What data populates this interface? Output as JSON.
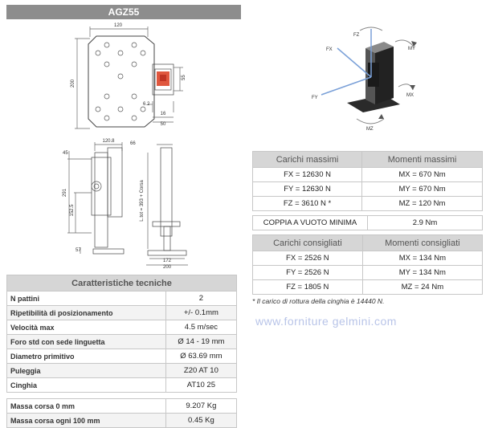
{
  "title": "AGZ55",
  "dims": {
    "top_w": "120",
    "top_h": "200",
    "d55": "55",
    "d62": "6.2",
    "d16": "16",
    "d50": "50",
    "front_w": "120.8",
    "front_66": "66",
    "front_45": "45",
    "front_291": "291",
    "front_1525": "152.5",
    "front_57": "57",
    "side_label": "L.tot = 393 + Corsa",
    "side_172": "172",
    "side_200": "200"
  },
  "axes": {
    "fz": "FZ",
    "fx": "FX",
    "my": "MY",
    "fy": "FY",
    "mx": "MX",
    "mz": "MZ"
  },
  "specs": {
    "header": "Caratteristiche tecniche",
    "rows": [
      {
        "label": "N pattini",
        "value": "2"
      },
      {
        "label": "Ripetibilità di posizionamento",
        "value": "+/- 0.1mm"
      },
      {
        "label": "Velocità max",
        "value": "4.5 m/sec"
      },
      {
        "label": "Foro std con sede linguetta",
        "value": "Ø 14 - 19 mm"
      },
      {
        "label": "Diametro primitivo",
        "value": "Ø 63.69 mm"
      },
      {
        "label": "Puleggia",
        "value": "Z20 AT 10"
      },
      {
        "label": "Cinghia",
        "value": "AT10 25"
      }
    ],
    "mass_rows": [
      {
        "label": "Massa corsa 0 mm",
        "value": "9.207 Kg"
      },
      {
        "label": "Massa corsa ogni 100 mm",
        "value": "0.45 Kg"
      }
    ]
  },
  "loads_max": {
    "h1": "Carichi massimi",
    "h2": "Momenti massimi",
    "rows": [
      {
        "f": "FX = 12630 N",
        "m": "MX = 670 Nm"
      },
      {
        "f": "FY = 12630 N",
        "m": "MY = 670 Nm"
      },
      {
        "f": "FZ = 3610 N *",
        "m": "MZ = 120 Nm"
      }
    ]
  },
  "vacuum": {
    "label": "COPPIA A VUOTO MINIMA",
    "value": "2.9 Nm"
  },
  "loads_rec": {
    "h1": "Carichi consigliati",
    "h2": "Momenti consigliati",
    "rows": [
      {
        "f": "FX = 2526 N",
        "m": "MX = 134 Nm"
      },
      {
        "f": "FY = 2526 N",
        "m": "MY = 134 Nm"
      },
      {
        "f": "FZ = 1805 N",
        "m": "MZ = 24 Nm"
      }
    ]
  },
  "footnote": "* Il carico di rottura della cinghia è 14440 N.",
  "watermark": "www.forniture gelmini.com"
}
